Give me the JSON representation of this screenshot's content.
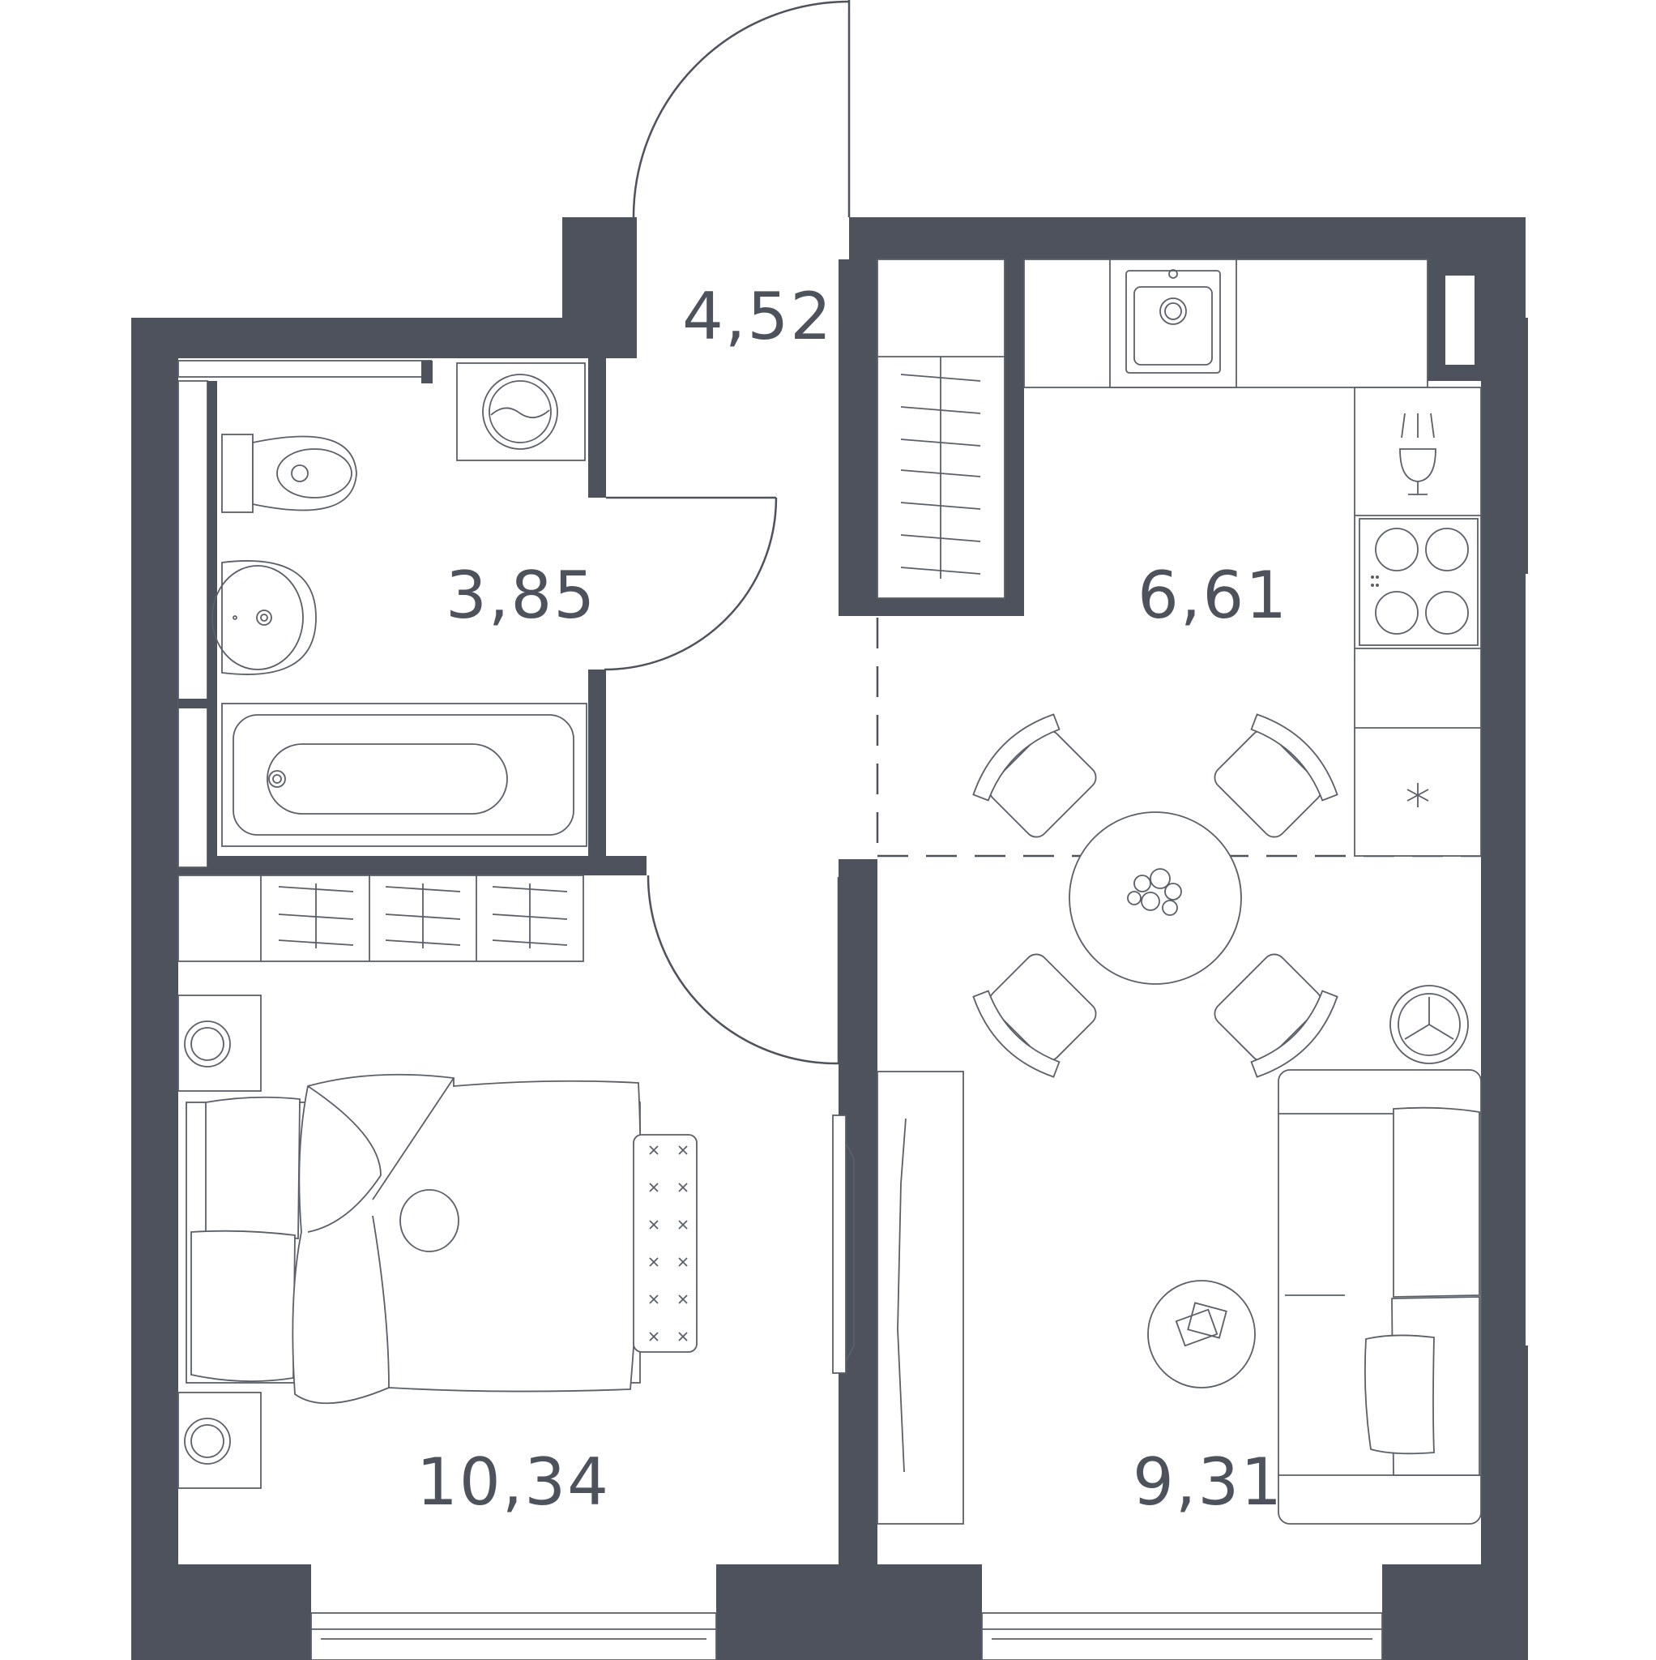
{
  "rooms": [
    {
      "id": "hallway",
      "area": "4,52"
    },
    {
      "id": "bathroom",
      "area": "3,85"
    },
    {
      "id": "kitchen",
      "area": "6,61"
    },
    {
      "id": "bedroom",
      "area": "10,34"
    },
    {
      "id": "living-room",
      "area": "9,31"
    }
  ],
  "colors": {
    "wall": "#4d525c",
    "background": "#ffffff"
  }
}
